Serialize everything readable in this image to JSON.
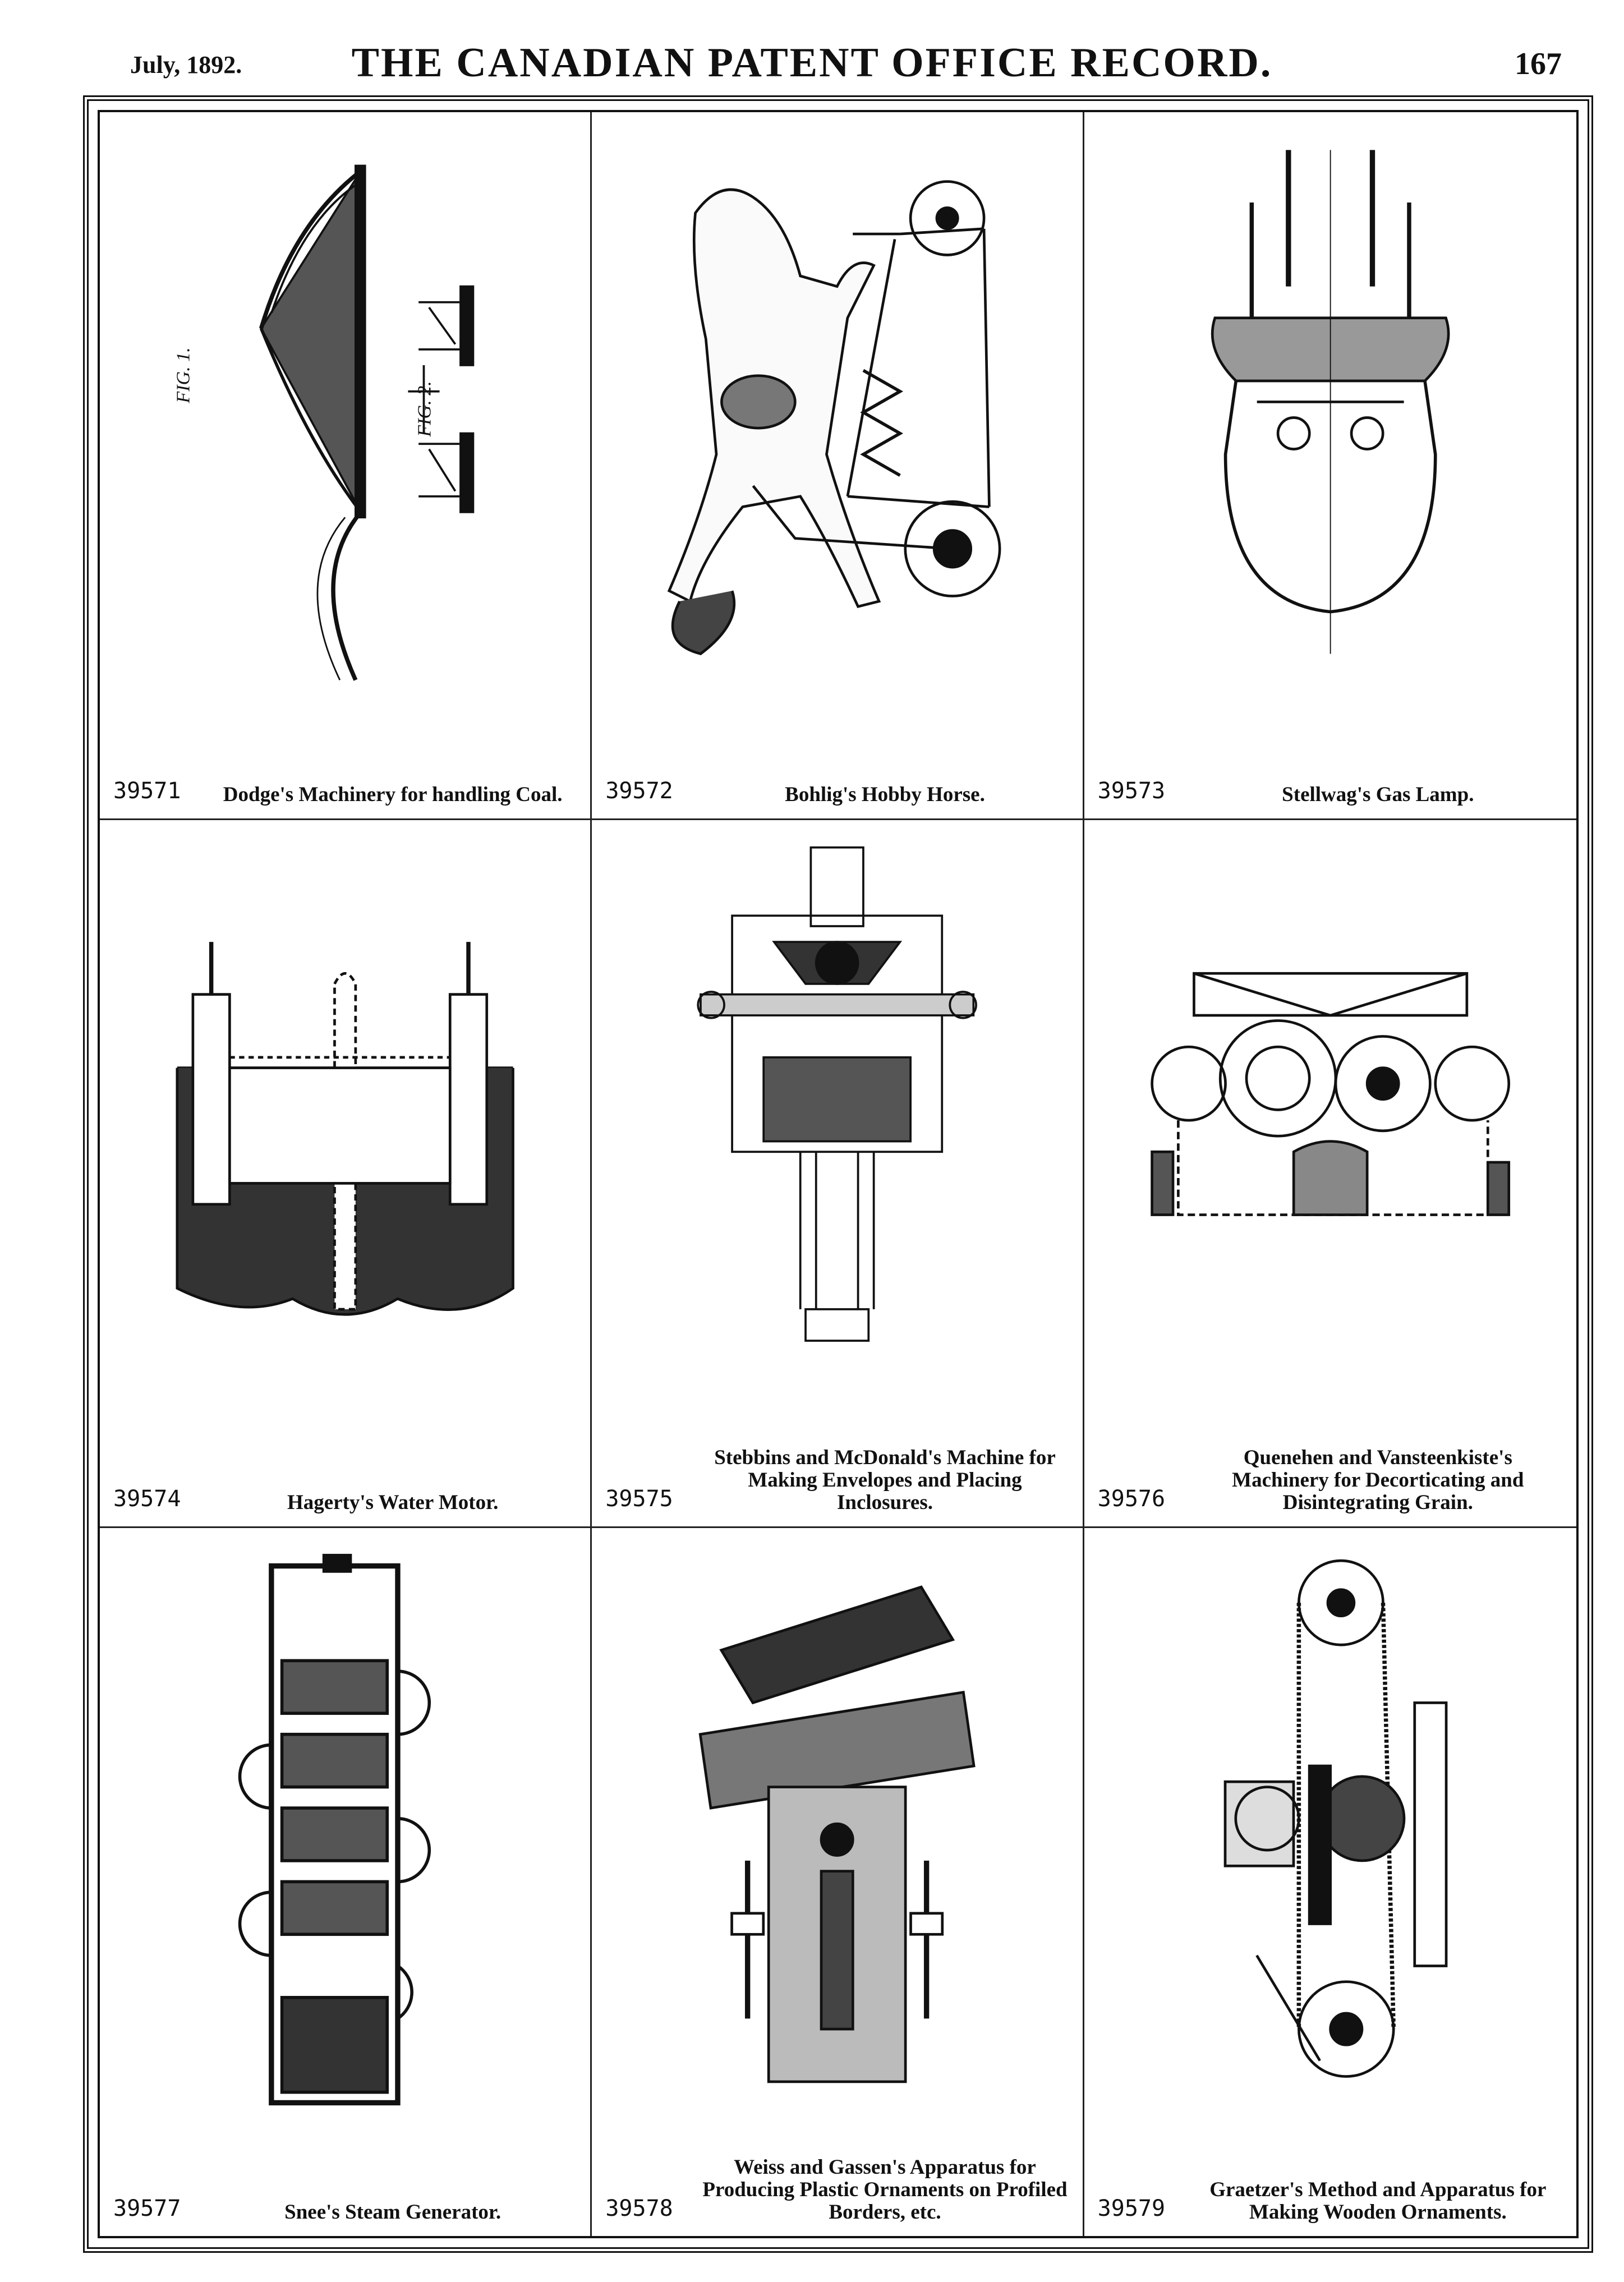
{
  "header": {
    "date": "July, 1892.",
    "title": "THE CANADIAN PATENT OFFICE RECORD.",
    "page_number": "167"
  },
  "patents": [
    {
      "number": "39571",
      "title": "Dodge's Machinery for handling Coal.",
      "figure_labels": [
        "FIG. 1.",
        "FIG. 2."
      ]
    },
    {
      "number": "39572",
      "title": "Bohlig's Hobby Horse."
    },
    {
      "number": "39573",
      "title": "Stellwag's Gas Lamp."
    },
    {
      "number": "39574",
      "title": "Hagerty's Water Motor."
    },
    {
      "number": "39575",
      "title": "Stebbins and McDonald's Machine for Making Envelopes and Placing Inclosures."
    },
    {
      "number": "39576",
      "title": "Quenehen and Vansteenkiste's Machinery for Decorticating and Disintegrating Grain."
    },
    {
      "number": "39577",
      "title": "Snee's Steam Generator."
    },
    {
      "number": "39578",
      "title": "Weiss and Gassen's Apparatus for Producing Plastic Ornaments on Profiled Borders, etc."
    },
    {
      "number": "39579",
      "title": "Graetzer's Method and Apparatus for Making Wooden Ornaments."
    }
  ]
}
